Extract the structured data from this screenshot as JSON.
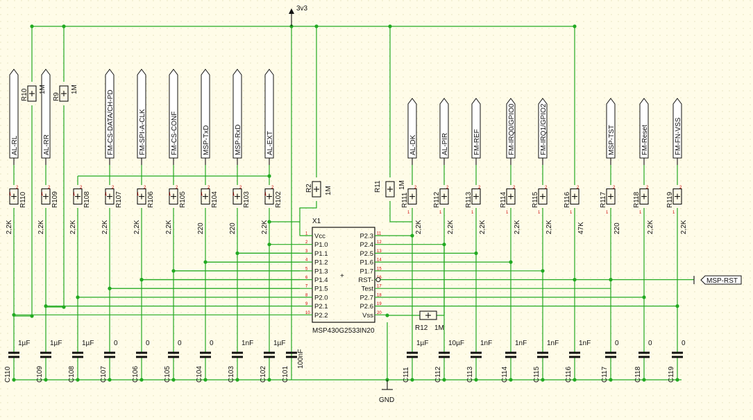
{
  "power": {
    "label": "3v3"
  },
  "ground": {
    "label": "GND"
  },
  "chip": {
    "ref": "X1",
    "part": "MSP430G2533IN20",
    "left_pins": [
      {
        "num": "1",
        "name": "Vcc"
      },
      {
        "num": "2",
        "name": "P1.0"
      },
      {
        "num": "3",
        "name": "P1.1"
      },
      {
        "num": "4",
        "name": "P1.2"
      },
      {
        "num": "5",
        "name": "P1.3"
      },
      {
        "num": "6",
        "name": "P1.4"
      },
      {
        "num": "7",
        "name": "P1.5"
      },
      {
        "num": "8",
        "name": "P2.0"
      },
      {
        "num": "9",
        "name": "P2.1"
      },
      {
        "num": "10",
        "name": "P2.2"
      }
    ],
    "right_pins": [
      {
        "num": "11",
        "name": "P2.3"
      },
      {
        "num": "12",
        "name": "P2.4"
      },
      {
        "num": "13",
        "name": "P2.5"
      },
      {
        "num": "14",
        "name": "P1.6"
      },
      {
        "num": "15",
        "name": "P1.7"
      },
      {
        "num": "16",
        "name": "RST-"
      },
      {
        "num": "17",
        "name": "Test"
      },
      {
        "num": "18",
        "name": "P2.7"
      },
      {
        "num": "19",
        "name": "P2.6"
      },
      {
        "num": "20",
        "name": "Vss"
      }
    ]
  },
  "pullups": [
    {
      "ref": "R10",
      "value": "1M"
    },
    {
      "ref": "R9",
      "value": "1M"
    },
    {
      "ref": "R2",
      "value": "1M"
    },
    {
      "ref": "R11",
      "value": "1M"
    },
    {
      "ref": "R12",
      "value": "1M"
    }
  ],
  "left_nets": [
    {
      "net": "AL-RL",
      "res": "R110",
      "rval": "2,2K",
      "cap": "C110",
      "cval": "1µF"
    },
    {
      "net": "AL-RR",
      "res": "R109",
      "rval": "2,2K",
      "cap": "C109",
      "cval": "1µF"
    },
    {
      "net": "",
      "res": "R108",
      "rval": "2,2K",
      "cap": "C108",
      "cval": "1µF"
    },
    {
      "net": "FM-CS-DATA/CH-PD",
      "res": "R107",
      "rval": "2,2K",
      "cap": "C107",
      "cval": "0"
    },
    {
      "net": "FM-SPI-A-CLK",
      "res": "R106",
      "rval": "2,2K",
      "cap": "C106",
      "cval": "0"
    },
    {
      "net": "FM-CS-CONF",
      "res": "R105",
      "rval": "2,2K",
      "cap": "C105",
      "cval": "0"
    },
    {
      "net": "MSP-TxD",
      "res": "R104",
      "rval": "220",
      "cap": "C104",
      "cval": "0"
    },
    {
      "net": "MSP-RxD",
      "res": "R103",
      "rval": "220",
      "cap": "C103",
      "cval": "1nF"
    },
    {
      "net": "AL-EXT",
      "res": "R102",
      "rval": "2,2K",
      "cap": "C102",
      "cval": "1µF"
    }
  ],
  "decoupling": {
    "cap": "C101",
    "cval": "100nF"
  },
  "right_nets": [
    {
      "net": "AL-DK",
      "res": "R111",
      "rval": "2,2K",
      "cap": "C111",
      "cval": "1µF"
    },
    {
      "net": "AL-PIR",
      "res": "R112",
      "rval": "2,2K",
      "cap": "C112",
      "cval": "10µF"
    },
    {
      "net": "FM-REF",
      "res": "R113",
      "rval": "2,2K",
      "cap": "C113",
      "cval": "1nF"
    },
    {
      "net": "FM-IRQ0/GPIO0",
      "res": "R114",
      "rval": "2,2K",
      "cap": "C114",
      "cval": "1nF"
    },
    {
      "net": "FM-IRQ1/GPIO2",
      "res": "R115",
      "rval": "2,2K",
      "cap": "C115",
      "cval": "1nF"
    },
    {
      "net": "",
      "res": "R116",
      "rval": "47K",
      "cap": "C116",
      "cval": "1nF"
    },
    {
      "net": "MSP-TST",
      "res": "R117",
      "rval": "220",
      "cap": "C117",
      "cval": "0"
    },
    {
      "net": "FM-Reset",
      "res": "R118",
      "rval": "2,2K",
      "cap": "C118",
      "cval": "0"
    },
    {
      "net": "FM-FN-VSS",
      "res": "R119",
      "rval": "2,2K",
      "cap": "C119",
      "cval": "0"
    }
  ],
  "rst_port": {
    "label": "MSP-RST"
  }
}
